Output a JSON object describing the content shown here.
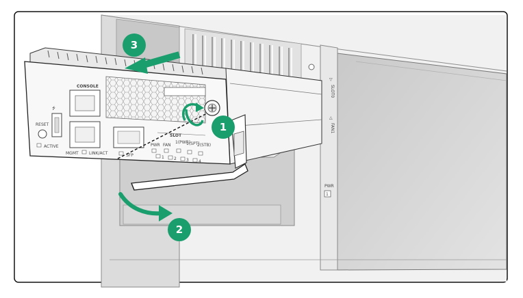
{
  "steps": [
    {
      "number": "1",
      "color": "#1a9e6e"
    },
    {
      "number": "2",
      "color": "#1a9e6e"
    },
    {
      "number": "3",
      "color": "#1a9e6e"
    }
  ],
  "chassis": {
    "slot_label": "SLOT0",
    "fan_label": "FAN1",
    "pwr_label": "PWR",
    "pwr_number": "1"
  },
  "module": {
    "console_label": "CONSOLE",
    "usb_symbol": "⭍",
    "reset_label": "RESET",
    "active_label": "ACTIVE",
    "mgmt_label": "MGMT",
    "link_act_label": "LINK/ACT",
    "sfp_label": "SFP",
    "pwr_label": "PWR",
    "fan_label": "FAN",
    "slot_label": "SLOT",
    "slot_sub_labels": [
      "1(PWR)",
      "1(SPT)",
      "2(STB)"
    ],
    "led_nums": [
      "1",
      "2",
      "3",
      "4"
    ]
  },
  "colors": {
    "accent": "#1a9e6e",
    "outline": "#1a1a1a",
    "chassis": "#efefef",
    "interior": "#d9d9d9"
  }
}
